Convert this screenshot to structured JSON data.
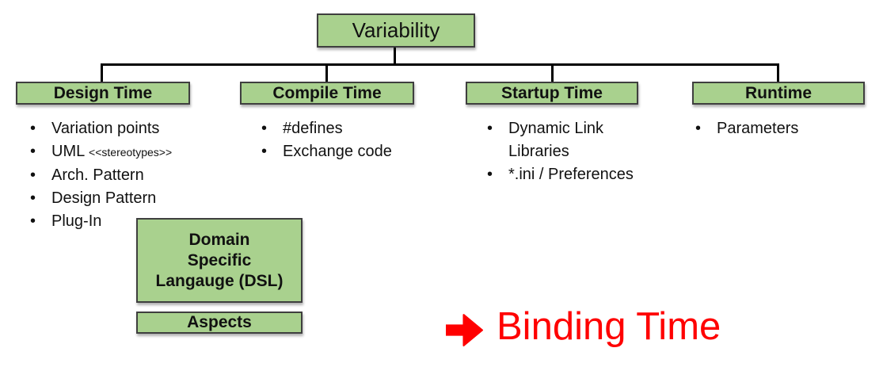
{
  "ui": {
    "bullet": "•"
  },
  "colors": {
    "box_fill": "#A9D18E",
    "box_border": "#3F3F3F",
    "connector_line": "#000000",
    "accent_red": "#FF0000",
    "text": "#111111"
  },
  "root_box": {
    "label": "Variability"
  },
  "columns": [
    {
      "id": "design-time",
      "label": "Design Time",
      "items": [
        {
          "text": "Variation points"
        },
        {
          "text": "UML",
          "small": "<<stereotypes>>"
        },
        {
          "text": "Arch. Pattern"
        },
        {
          "text": "Design Pattern"
        },
        {
          "text": "Plug-In"
        }
      ]
    },
    {
      "id": "compile-time",
      "label": "Compile Time",
      "items": [
        {
          "text": "#defines"
        },
        {
          "text": "Exchange code"
        }
      ]
    },
    {
      "id": "startup-time",
      "label": "Startup Time",
      "items": [
        {
          "text": "Dynamic Link\nLibraries"
        },
        {
          "text": "*.ini / Preferences"
        }
      ]
    },
    {
      "id": "runtime",
      "label": "Runtime",
      "items": [
        {
          "text": "Parameters"
        }
      ]
    }
  ],
  "design_extra_boxes": {
    "dsl": {
      "lines": [
        "Domain",
        "Specific",
        "Langauge (DSL)"
      ]
    },
    "aspects": {
      "label": "Aspects"
    }
  },
  "footer": {
    "arrow_icon": "right-arrow",
    "label": "Binding Time"
  }
}
